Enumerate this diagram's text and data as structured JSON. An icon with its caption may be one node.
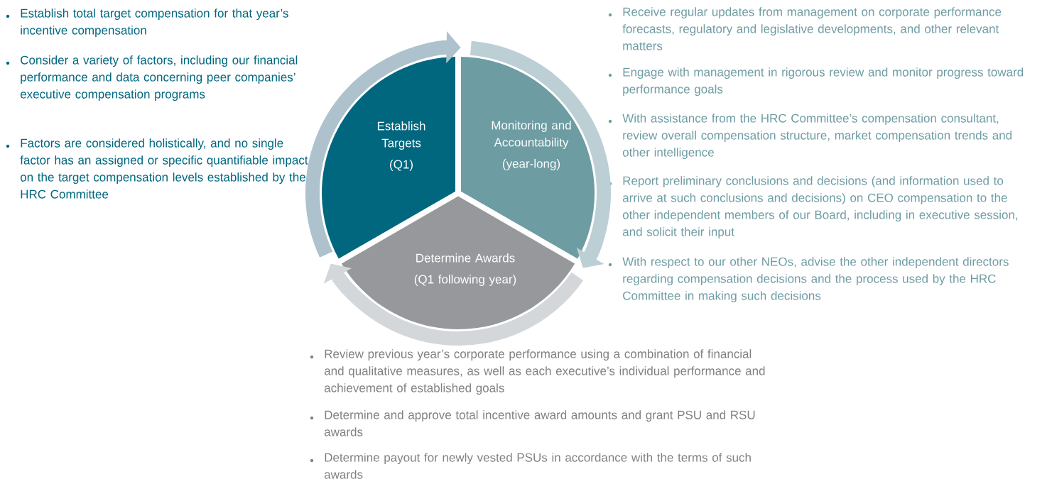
{
  "diagram": {
    "nodes": [
      {
        "text": [
          "Establish Targets",
          "(Q1)"
        ],
        "beside": [
          "Establish total target compensation for that year’s incentive compensation",
          "Consider a variety of factors, including our financial performance and data concerning peer companies’ executive compensation programs",
          "Factors are considered holistically, and no single factor has an assigned or specific quantifiable impact on the target compensation levels established by the HRC Committee"
        ]
      },
      {
        "text": [
          "Monitoring and Accountability",
          "(year-long)"
        ],
        "beside": [
          "Receive regular updates from management on corporate performance forecasts, regulatory and legislative developments, and other relevant matters",
          "Engage with management in rigorous review and monitor progress toward performance goals",
          "With assistance from the HRC Committee’s compensation consultant, review overall compensation structure, market compensation trends and other intelligence",
          "Report preliminary conclusions and decisions (and information used to arrive at such conclusions and decisions) on CEO compensation to the other independent members of our Board, including in executive session, and solicit their input",
          "With respect to our other NEOs, advise the other independent directors regarding compensation decisions and the process used by the HRC Committee in making such decisions"
        ]
      },
      {
        "text": [
          "Determine Awards",
          "(Q1 following year)"
        ],
        "beside": [
          "Review previous year’s corporate performance using a combination of financial and qualitative measures, as well as each executive’s individual performance and achievement of established goals",
          "Determine and approve total incentive award amounts and grant PSU and RSU awards",
          "Determine payout for newly vested PSUs in accordance with the terms of such awards"
        ]
      }
    ],
    "edges": [
      {
        "from": 0,
        "to": 1,
        "arrow": "to",
        "color": "#adc2cd"
      },
      {
        "from": 1,
        "to": 2,
        "arrow": "to",
        "color": "#bccfd5"
      },
      {
        "from": 2,
        "to": 0,
        "arrow": "to",
        "color": "#d4d7da"
      }
    ]
  }
}
